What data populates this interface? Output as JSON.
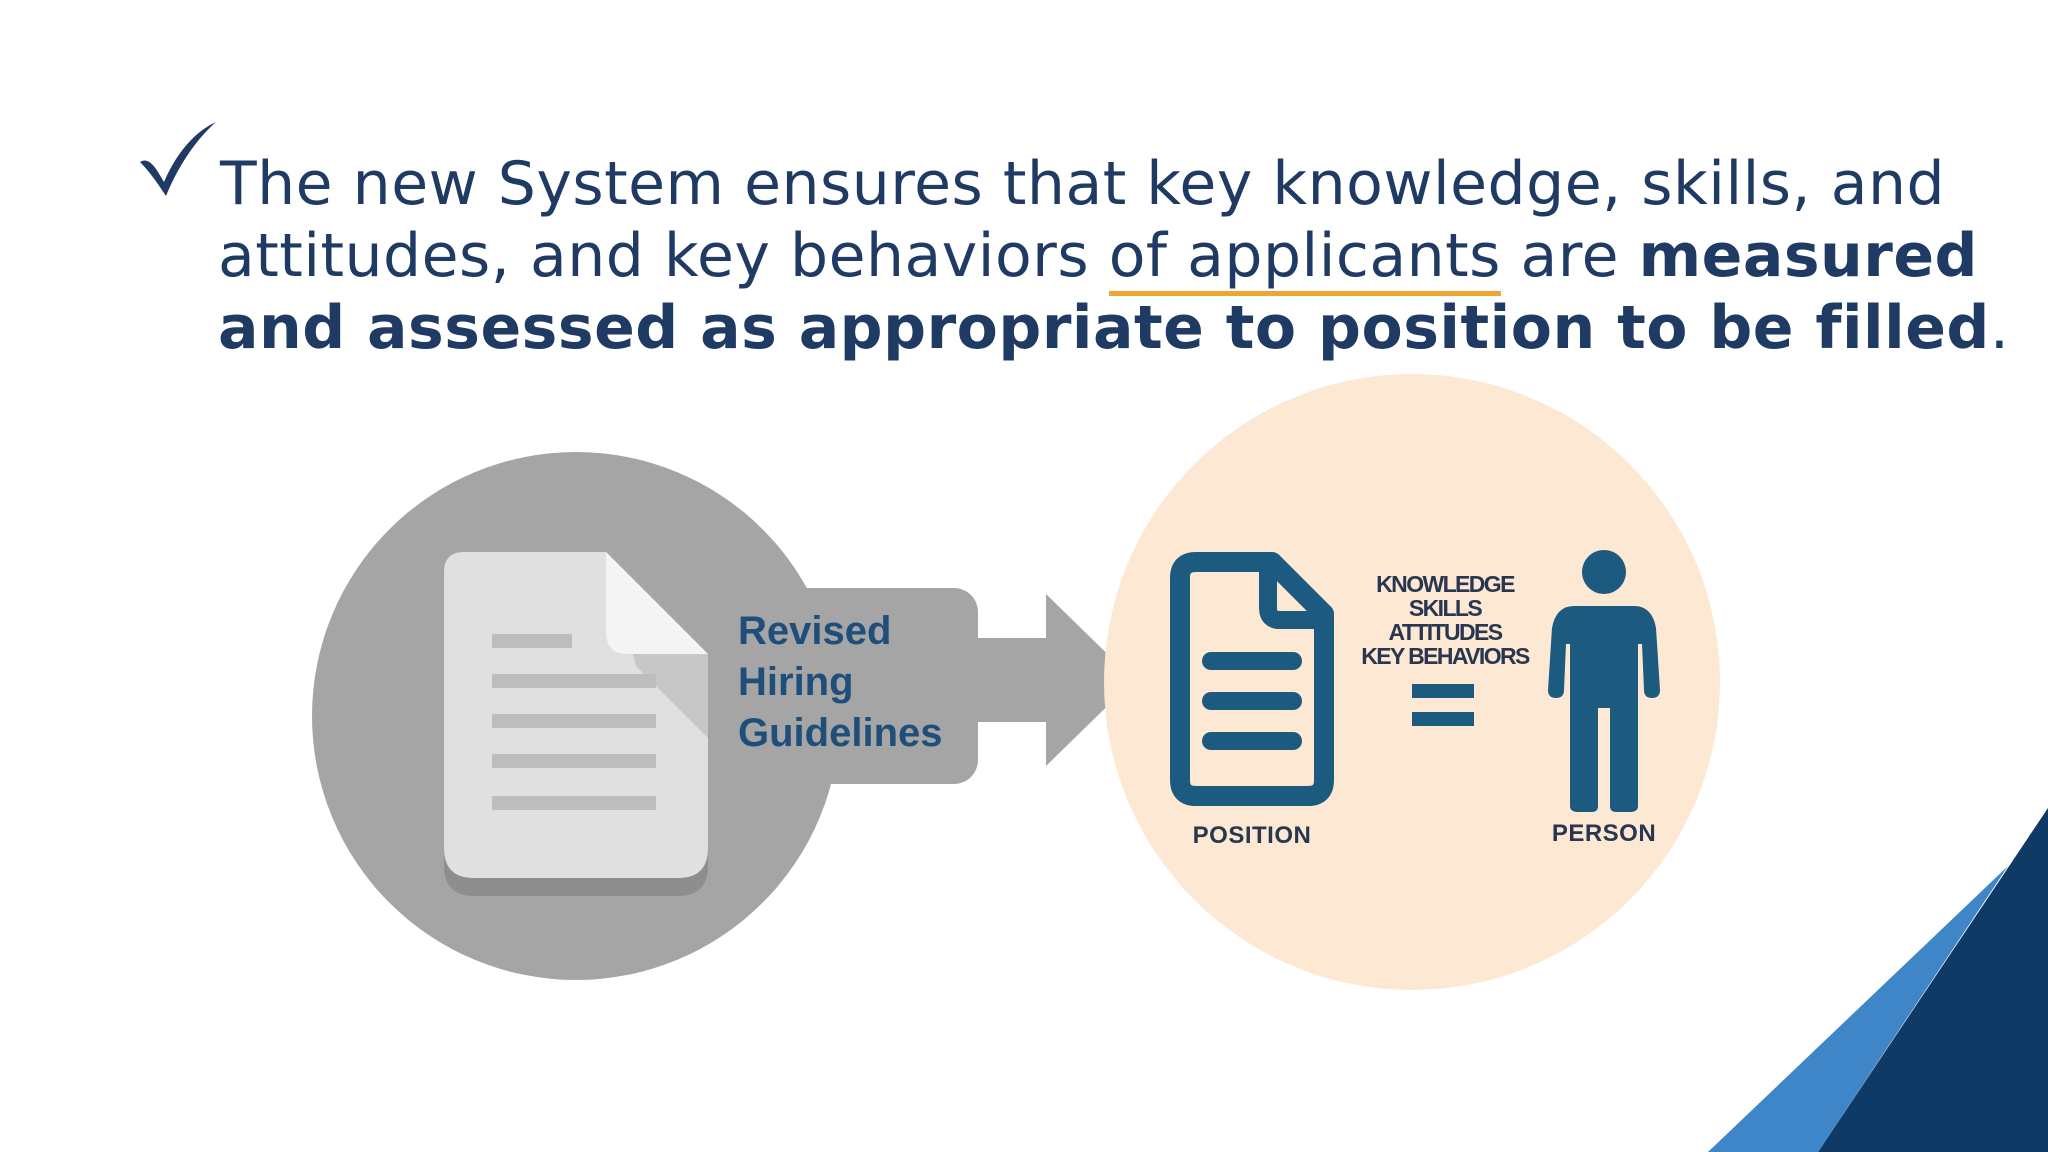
{
  "headline": {
    "line1": "The new System ensures that key knowledge, skills, and",
    "line2_a": "attitudes, and key behaviors ",
    "line2_underlined": "of applicants",
    "line2_b": " are ",
    "line2_bold": "measured",
    "line3_bold": "and assessed as appropriate to position to be filled",
    "line3_end": "."
  },
  "left_panel": {
    "label_lines": [
      "Revised",
      "Hiring",
      "Guidelines"
    ]
  },
  "right_panel": {
    "attributes": [
      "KNOWLEDGE",
      "SKILLS",
      "ATTITUDES",
      "KEY BEHAVIORS"
    ],
    "position_caption": "POSITION",
    "person_caption": "PERSON"
  },
  "colors": {
    "navy": "#1f3a63",
    "icon_blue": "#1d5a80",
    "gray": "#a5a5a5",
    "peach": "#fde8d4",
    "accent_orange": "#f0a435",
    "corner_dark": "#0f3a66",
    "corner_light": "#3f86c8"
  }
}
